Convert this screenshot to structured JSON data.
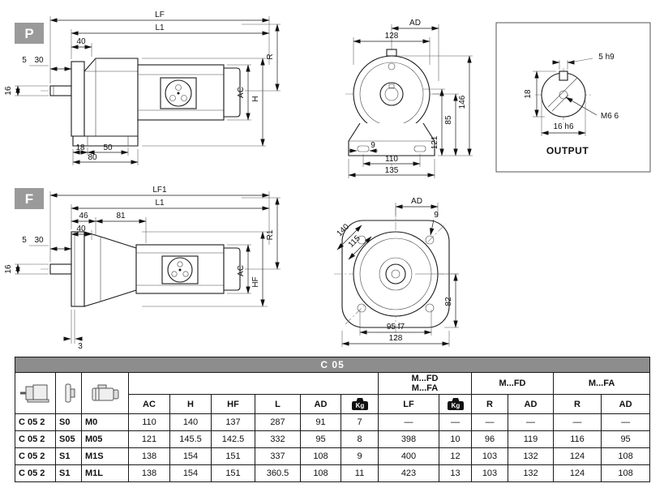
{
  "badges": {
    "p": "P",
    "f": "F"
  },
  "p_side": {
    "lf": "LF",
    "l1": "L1",
    "d40": "40",
    "d5": "5",
    "d30": "30",
    "d16": "16",
    "d18": "18",
    "d50": "50",
    "d80": "80",
    "ac": "AC",
    "h": "H",
    "r": "R"
  },
  "p_front": {
    "ad": "AD",
    "d128": "128",
    "d146": "146",
    "d85": "85",
    "d121": "121",
    "d9": "9",
    "d110": "110",
    "d135": "135"
  },
  "output": {
    "title": "OUTPUT",
    "d5h9": "5 h9",
    "d18": "18",
    "m6": "M6 6",
    "d16h6": "16 h6"
  },
  "f_side": {
    "lf1": "LF1",
    "l1": "L1",
    "d46": "46",
    "d81": "81",
    "d40": "40",
    "d5": "5",
    "d30": "30",
    "d16": "16",
    "d3": "3",
    "r1": "R1",
    "ac": "AC",
    "hf": "HF"
  },
  "f_front": {
    "ad": "AD",
    "d9": "9",
    "d140": "140",
    "d115": "115",
    "d82": "82",
    "d95": "95 f7",
    "d128": "128"
  },
  "colors": {
    "table_title_bg": "#8d8d8d",
    "badge_bg": "#9a9a9a",
    "line": "#1a1a1a"
  },
  "table": {
    "title": "C 05",
    "groups": {
      "mfdfa_line1": "M...FD",
      "mfdfa_line2": "M...FA",
      "mfd": "M...FD",
      "mfa": "M...FA"
    },
    "headers": {
      "ac": "AC",
      "h": "H",
      "hf": "HF",
      "l": "L",
      "ad": "AD",
      "kg": "Kg",
      "lf": "LF",
      "r": "R",
      "ad2": "AD",
      "r2": "R",
      "ad3": "AD"
    },
    "rows": [
      {
        "model": "C 05 2",
        "s": "S0",
        "m": "M0",
        "ac": "110",
        "h": "140",
        "hf": "137",
        "l": "287",
        "ad": "91",
        "kg": "7",
        "lf": "—",
        "kg2": "—",
        "r": "—",
        "ad2": "—",
        "r2": "—",
        "ad3": "—"
      },
      {
        "model": "C 05 2",
        "s": "S05",
        "m": "M05",
        "ac": "121",
        "h": "145.5",
        "hf": "142.5",
        "l": "332",
        "ad": "95",
        "kg": "8",
        "lf": "398",
        "kg2": "10",
        "r": "96",
        "ad2": "119",
        "r2": "116",
        "ad3": "95"
      },
      {
        "model": "C 05 2",
        "s": "S1",
        "m": "M1S",
        "ac": "138",
        "h": "154",
        "hf": "151",
        "l": "337",
        "ad": "108",
        "kg": "9",
        "lf": "400",
        "kg2": "12",
        "r": "103",
        "ad2": "132",
        "r2": "124",
        "ad3": "108"
      },
      {
        "model": "C 05 2",
        "s": "S1",
        "m": "M1L",
        "ac": "138",
        "h": "154",
        "hf": "151",
        "l": "360.5",
        "ad": "108",
        "kg": "11",
        "lf": "423",
        "kg2": "13",
        "r": "103",
        "ad2": "132",
        "r2": "124",
        "ad3": "108"
      }
    ]
  }
}
